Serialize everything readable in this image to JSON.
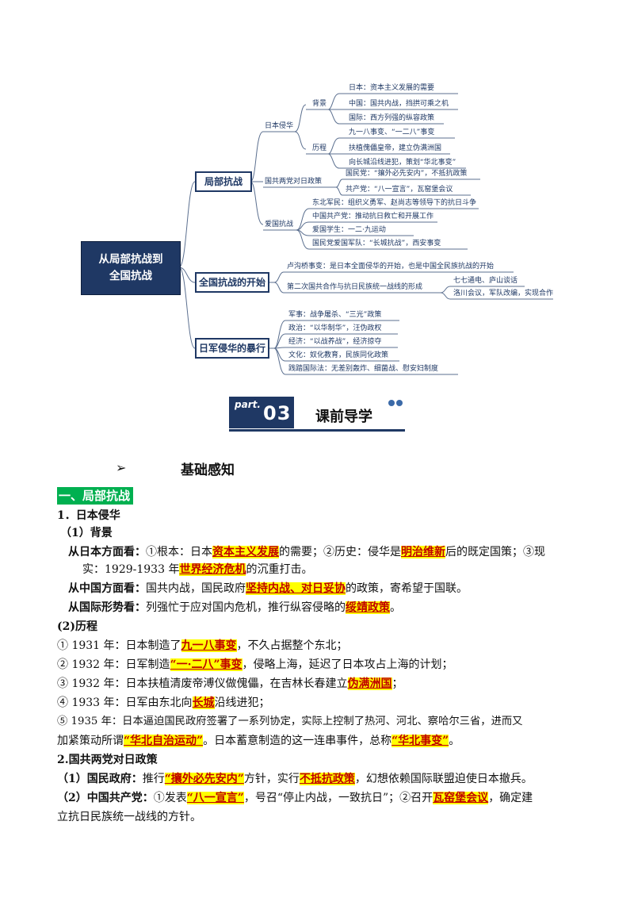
{
  "mindmap": {
    "root_line1": "从局部抗战到",
    "root_line2": "全国抗战",
    "branches": [
      "局部抗战",
      "全国抗战的开始",
      "日军侵华的暴行"
    ],
    "sub1": [
      "日本侵华",
      "国共两党对日政策",
      "爱国抗战"
    ],
    "sub_bg": [
      "背景",
      "历程"
    ],
    "bg_items": [
      "日本：资本主义发展的需要",
      "中国：国共内战，挡拱可乘之机",
      "国际：西方列强的纵容政策"
    ],
    "lc_items": [
      "九一八事变、“一二八”事变",
      "扶植傀儡皇帝，建立伪满洲国",
      "向长城沿线进犯，策划“华北事变”"
    ],
    "policy_items": [
      "国民党：“攘外必先安内”，不抵抗政策",
      "共产党：“八一宣言”，瓦窑堡会议"
    ],
    "patriot_items": [
      "东北军民：组织义勇军、赵尚志等领导下的抗日斗争",
      "中国共产党：推动抗日救亡和开展工作",
      "爱国学生：一二·九运动",
      "国民党爱国军队：“长城抗战”，西安事变"
    ],
    "qg_items": [
      "卢沟桥事变：是日本全面侵华的开始，也是中国全民族抗战的开始",
      "第二次国共合作与抗日民族统一战线的形成",
      "七七通电、庐山谈话",
      "洛川会议，军队改编，实现合作"
    ],
    "atrocity_items": [
      "军事：战争屠杀、“三光”政策",
      "政治：“以华制华”，汪伪政权",
      "经济：“以战养战”，经济掠夺",
      "文化：奴化教育，民族同化政策",
      "践踏国际法：无差别轰炸、细菌战、慰安妇制度"
    ]
  },
  "banner": {
    "part": "part.",
    "num": "03",
    "title": "课前导学"
  },
  "heading": {
    "arrow": "➢",
    "title": "基础感知"
  },
  "content": {
    "s1": "一、局部抗战",
    "s1_1": "1．日本侵华",
    "bg_title": "（1）背景",
    "japan_label": "从日本方面看：",
    "japan_a": "①根本：日本",
    "japan_hl1": "资本主义发展",
    "japan_b": "的需要；②历史：侵华是",
    "japan_hl2": "明治维新",
    "japan_c": "后的既定国策；③现",
    "japan_d": "实：1929-1933 年",
    "japan_hl3": "世界经济危机",
    "japan_e": "的沉重打击。",
    "china_label": "从中国方面看：",
    "china_a": "国共内战，国民政府",
    "china_hl": "坚持内战、对日妥协",
    "china_b": "的政策，寄希望于国联。",
    "intl_label": "从国际形势看：",
    "intl_a": "列强忙于应对国内危机，推行纵容侵略的",
    "intl_hl": "绥靖政策",
    "intl_b": "。",
    "lc_title": "(2)历程",
    "lc1_a": "① 1931 年：日本制造了",
    "lc1_hl": "九一八事变",
    "lc1_b": "，不久占据整个东北；",
    "lc2_a": "② 1932 年：日军制造",
    "lc2_hl": "“一·二八”事变",
    "lc2_b": "，侵略上海，延迟了日本攻占上海的计划；",
    "lc3_a": "③ 1932 年：日本扶植清废帝溥仪做傀儡，在吉林长春建立",
    "lc3_hl": "伪满洲国",
    "lc3_b": "；",
    "lc4_a": "④ 1933 年：日军由东北向",
    "lc4_hl": "长城",
    "lc4_b": "沿线进犯；",
    "lc5_a": "⑤ 1935 年：日本逼迫国民政府签署了一系列协定，实际上控制了热河、河北、察哈尔三省，进而又",
    "lc5_b": "加紧策动所谓",
    "lc5_hl1": "“华北自治运动”",
    "lc5_c": "。日本蓄意制造的这一连串事件，总称",
    "lc5_hl2": "“华北事变”",
    "lc5_d": "。",
    "s1_2": "2.国共两党对日政策",
    "gm_label": "（1）国民政府：",
    "gm_a": "推行",
    "gm_hl1": "“攘外必先安内”",
    "gm_b": "方针，实行",
    "gm_hl2": "不抵抗政策",
    "gm_c": "，幻想依赖国际联盟迫使日本撤兵。",
    "gc_label": "（2）中国共产党：",
    "gc_a": "①发表",
    "gc_hl1": "“八一宣言”",
    "gc_b": "，号召“停止内战，一致抗日”；②召开",
    "gc_hl2": "瓦窑堡会议",
    "gc_c": "，确定建",
    "gc_d": "立抗日民族统一战线的方针。"
  }
}
